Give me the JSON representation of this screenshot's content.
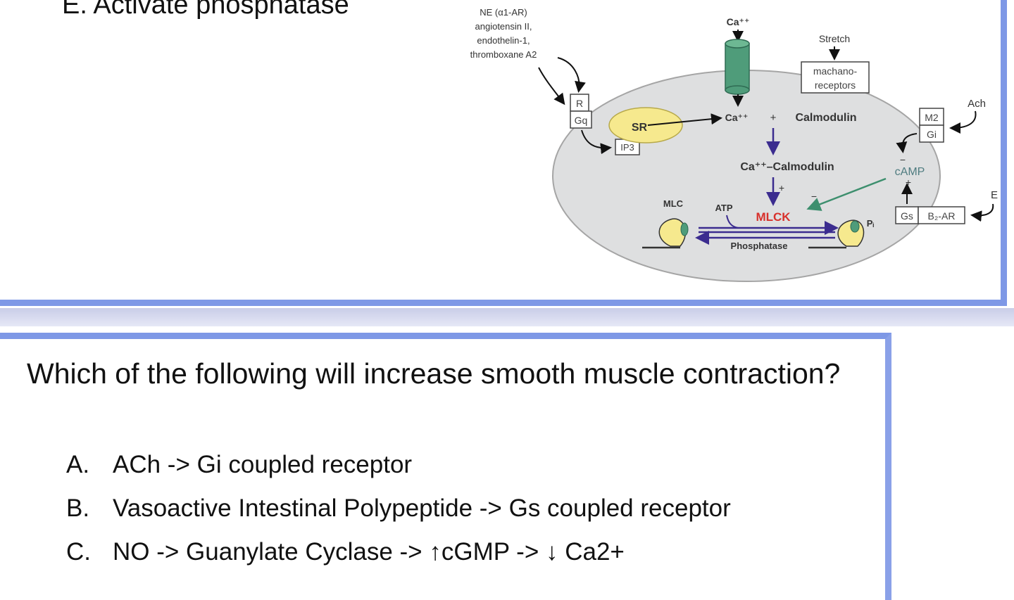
{
  "top_slide": {
    "partial_option": "E. Activate phosphatase"
  },
  "diagram": {
    "labels": {
      "agonists": [
        "NE (α1-AR)",
        "angiotensin II,",
        "endothelin-1,",
        "thromboxane A2"
      ],
      "ca_top": "Ca⁺⁺",
      "stretch": "Stretch",
      "mechanoreceptors": [
        "machano-",
        "receptors"
      ],
      "r": "R",
      "gq": "Gq",
      "sr": "SR",
      "ip3": "IP3",
      "ca_free": "Ca⁺⁺",
      "plus1": "+",
      "calmodulin": "Calmodulin",
      "ca_calmodulin": "Ca⁺⁺–Calmodulin",
      "plus2": "+",
      "m2": "M2",
      "gi": "Gi",
      "ach": "Ach",
      "minus1": "−",
      "camp": "cAMP",
      "plus3": "+",
      "minus2": "−",
      "gs": "Gs",
      "b2ar": "B₂-AR",
      "e": "E",
      "mlc": "MLC",
      "atp": "ATP",
      "mlck": "MLCK",
      "pi": "Pᵢ",
      "phosphatase": "Phosphatase"
    },
    "colors": {
      "cell": "#dedfe0",
      "sr": "#f6e98e",
      "channel": "#4f9c7a",
      "arrow_blue": "#3b2c8f",
      "arrow_green": "#3d8f6e",
      "mlck": "#d8302b",
      "camp": "#4f7c80"
    }
  },
  "bottom_slide": {
    "question": "Which of the following will increase smooth muscle contraction?",
    "options": [
      {
        "letter": "A.",
        "text": "ACh -> Gi coupled receptor"
      },
      {
        "letter": "B.",
        "text": "Vasoactive Intestinal Polypeptide -> Gs coupled receptor"
      },
      {
        "letter": "C.",
        "text": "NO -> Guanylate Cyclase -> ↑cGMP -> ↓ Ca2+"
      }
    ]
  }
}
